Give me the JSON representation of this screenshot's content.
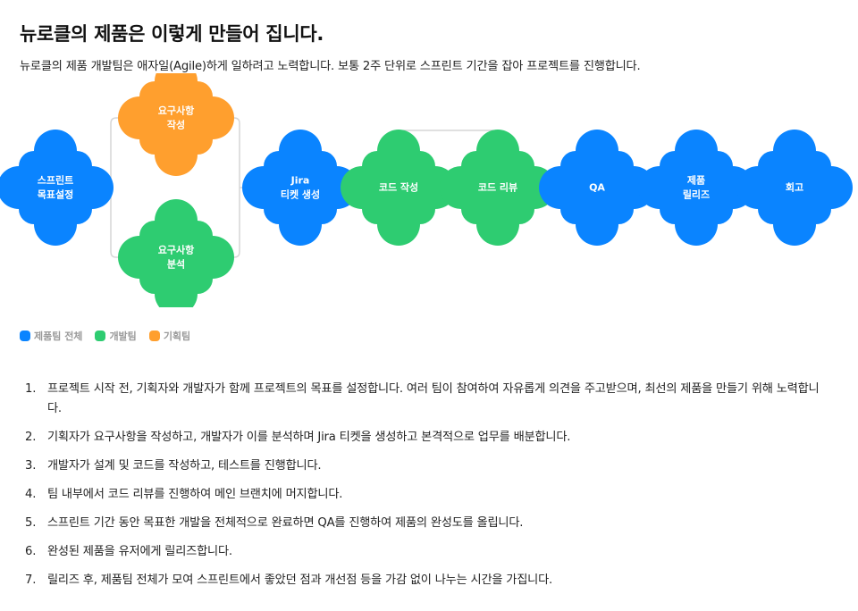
{
  "page": {
    "title": "뉴로클의 제품은 이렇게 만들어 집니다.",
    "subtitle": "뉴로클의 제품 개발팀은 애자일(Agile)하게 일하려고 노력합니다. 보통 2주 단위로 스프린트 기간을 잡아 프로젝트를 진행합니다."
  },
  "colors": {
    "blue": "#0a84ff",
    "green": "#2ecc71",
    "orange": "#ff9f2e",
    "connector": "#d6d6d6"
  },
  "diagram": {
    "nodes": [
      {
        "id": "sprint",
        "lines": [
          "스프린트",
          "목표설정"
        ],
        "team": "blue"
      },
      {
        "id": "req-write",
        "lines": [
          "요구사항",
          "작성"
        ],
        "team": "orange"
      },
      {
        "id": "req-analyze",
        "lines": [
          "요구사항",
          "분석"
        ],
        "team": "green"
      },
      {
        "id": "jira",
        "lines": [
          "Jira",
          "티켓 생성"
        ],
        "team": "blue"
      },
      {
        "id": "code-write",
        "lines": [
          "코드 작성"
        ],
        "team": "green"
      },
      {
        "id": "code-review",
        "lines": [
          "코드 리뷰"
        ],
        "team": "green"
      },
      {
        "id": "qa",
        "lines": [
          "QA"
        ],
        "team": "blue"
      },
      {
        "id": "release",
        "lines": [
          "제품",
          "릴리즈"
        ],
        "team": "blue"
      },
      {
        "id": "retro",
        "lines": [
          "회고"
        ],
        "team": "blue"
      }
    ]
  },
  "legend": [
    {
      "label": "제품팀 전체",
      "color": "#0a84ff"
    },
    {
      "label": "개발팀",
      "color": "#2ecc71"
    },
    {
      "label": "기획팀",
      "color": "#ff9f2e"
    }
  ],
  "steps": [
    {
      "num": "1.",
      "text": "프로젝트 시작 전, 기획자와 개발자가 함께 프로젝트의 목표를 설정합니다. 여러 팀이 참여하여 자유롭게 의견을 주고받으며, 최선의 제품을 만들기 위해 노력합니다."
    },
    {
      "num": "2.",
      "text": "기획자가 요구사항을 작성하고, 개발자가 이를 분석하며 Jira 티켓을 생성하고 본격적으로 업무를 배분합니다."
    },
    {
      "num": "3.",
      "text": "개발자가 설계 및 코드를 작성하고, 테스트를 진행합니다."
    },
    {
      "num": "4.",
      "text": "팀 내부에서 코드 리뷰를 진행하여 메인 브랜치에 머지합니다."
    },
    {
      "num": "5.",
      "text": "스프린트 기간 동안 목표한 개발을 전체적으로 완료하면 QA를 진행하여 제품의 완성도를 올립니다."
    },
    {
      "num": "6.",
      "text": "완성된 제품을 유저에게 릴리즈합니다."
    },
    {
      "num": "7.",
      "text": "릴리즈 후, 제품팀 전체가 모여 스프린트에서 좋았던 점과 개선점 등을 가감 없이 나누는 시간을 가집니다."
    }
  ]
}
